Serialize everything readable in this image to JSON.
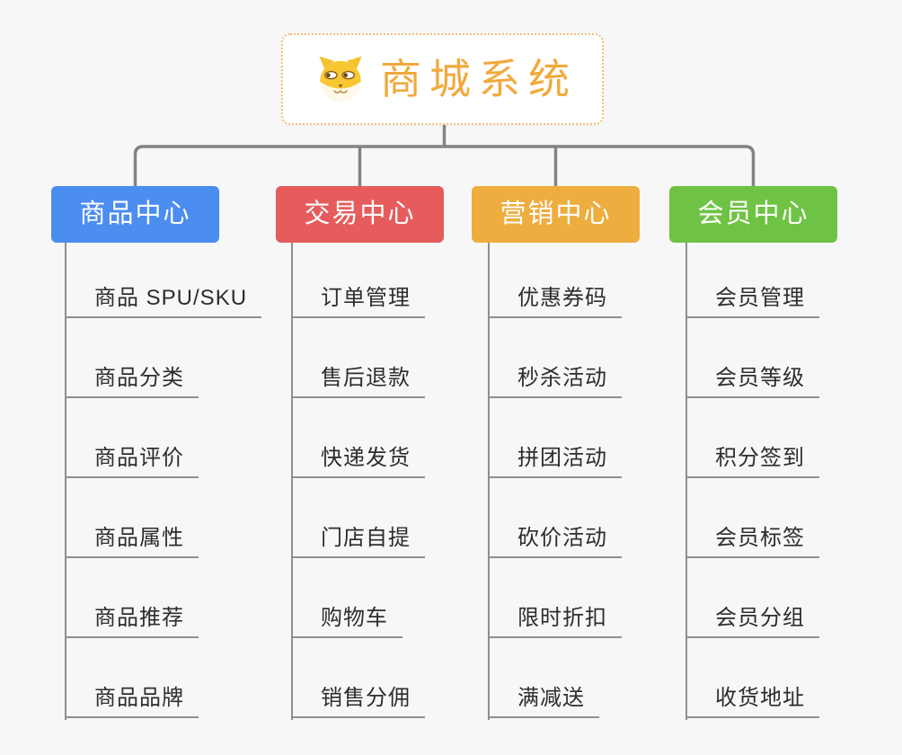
{
  "canvas": {
    "background": "#f7f7f7",
    "connector_color": "#838383",
    "underline_color": "#8f8f8f"
  },
  "root": {
    "title": "商城系统",
    "icon": "doge-icon",
    "text_color": "#f1a93c",
    "border_color": "#f2be77"
  },
  "branches": [
    {
      "label": "商品中心",
      "color": "#4c8df0",
      "children": [
        "商品 SPU/SKU",
        "商品分类",
        "商品评价",
        "商品属性",
        "商品推荐",
        "商品品牌"
      ]
    },
    {
      "label": "交易中心",
      "color": "#e65c5c",
      "children": [
        "订单管理",
        "售后退款",
        "快递发货",
        "门店自提",
        "购物车",
        "销售分佣"
      ]
    },
    {
      "label": "营销中心",
      "color": "#eead3f",
      "children": [
        "优惠券码",
        "秒杀活动",
        "拼团活动",
        "砍价活动",
        "限时折扣",
        "满减送"
      ]
    },
    {
      "label": "会员中心",
      "color": "#6fc344",
      "children": [
        "会员管理",
        "会员等级",
        "积分签到",
        "会员标签",
        "会员分组",
        "收货地址"
      ]
    }
  ]
}
